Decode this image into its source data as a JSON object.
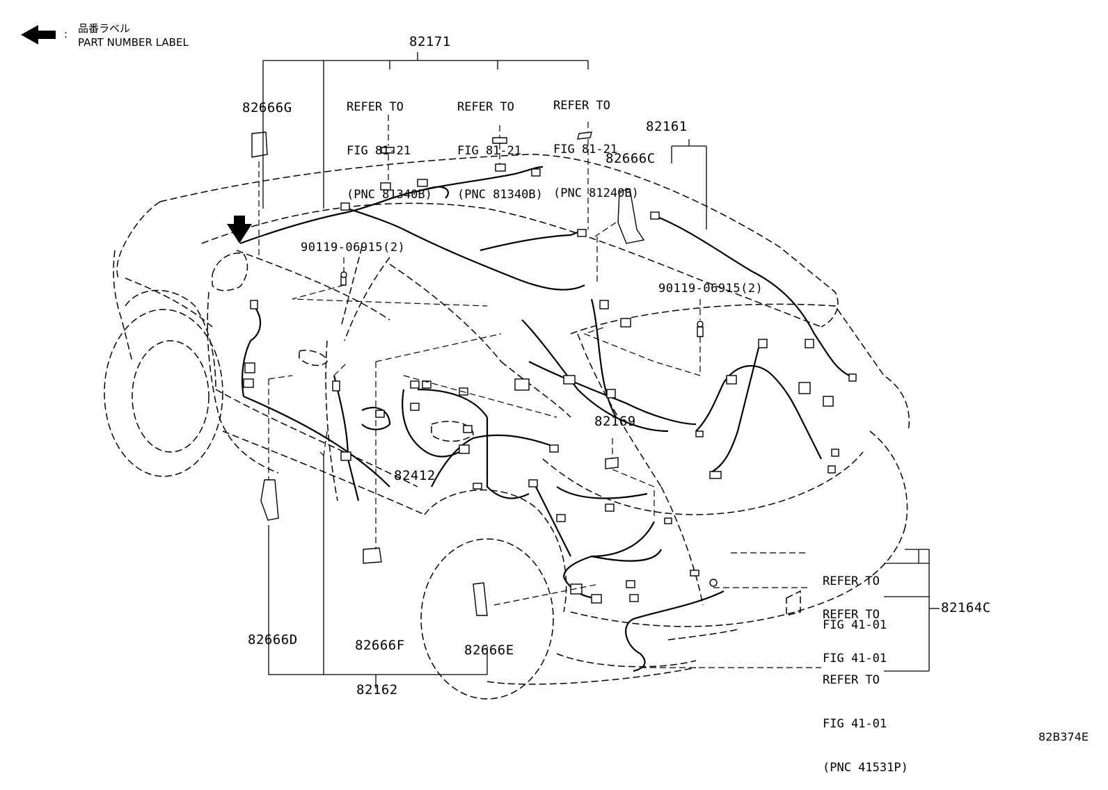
{
  "legend": {
    "japanese": "品番ラベル",
    "english": "PART NUMBER LABEL",
    "separator": ":"
  },
  "labels": {
    "p82171": "82171",
    "p82666G": "82666G",
    "p82161": "82161",
    "p82666C": "82666C",
    "p90119_a": "90119-06915(2)",
    "p90119_b": "90119-06915(2)",
    "p82169": "82169",
    "p82412": "82412",
    "p82666D": "82666D",
    "p82666F": "82666F",
    "p82666E": "82666E",
    "p82162": "82162",
    "p82164C": "82164C"
  },
  "refs": {
    "top1": {
      "l1": "REFER TO",
      "l2": "FIG 81-21",
      "l3": "(PNC 81340B)"
    },
    "top2": {
      "l1": "REFER TO",
      "l2": "FIG 81-21",
      "l3": "(PNC 81340B)"
    },
    "top3": {
      "l1": "REFER TO",
      "l2": "FIG 81-21",
      "l3": "(PNC 81240B)"
    },
    "right1": {
      "l1": "REFER TO",
      "l2": "FIG 41-01"
    },
    "right2": {
      "l1": "REFER TO",
      "l2": "FIG 41-01"
    },
    "right3": {
      "l1": "REFER TO",
      "l2": "FIG 41-01",
      "l3": "(PNC 41531P)"
    }
  },
  "figure_code": "82B374E"
}
